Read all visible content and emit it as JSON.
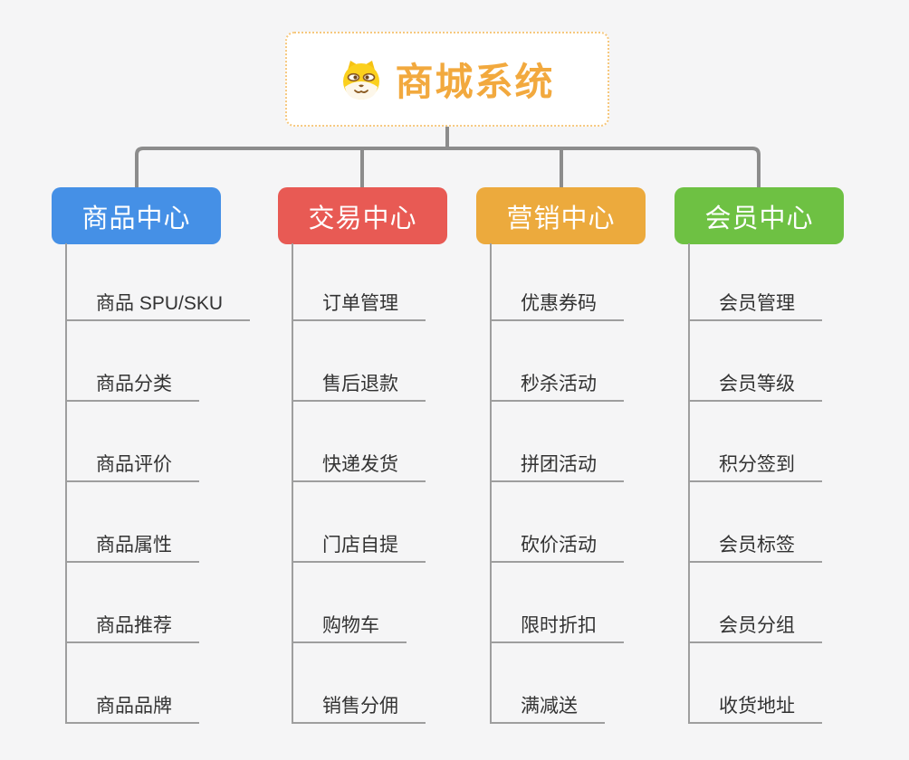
{
  "root": {
    "title": "商城系统",
    "icon": "dog-mascot-icon"
  },
  "branches": [
    {
      "label": "商品中心",
      "color": "#4590e6",
      "items": [
        "商品 SPU/SKU",
        "商品分类",
        "商品评价",
        "商品属性",
        "商品推荐",
        "商品品牌"
      ]
    },
    {
      "label": "交易中心",
      "color": "#e85a54",
      "items": [
        "订单管理",
        "售后退款",
        "快递发货",
        "门店自提",
        "购物车",
        "销售分佣"
      ]
    },
    {
      "label": "营销中心",
      "color": "#ecaa3d",
      "items": [
        "优惠券码",
        "秒杀活动",
        "拼团活动",
        "砍价活动",
        "限时折扣",
        "满减送"
      ]
    },
    {
      "label": "会员中心",
      "color": "#6ec143",
      "items": [
        "会员管理",
        "会员等级",
        "积分签到",
        "会员标签",
        "会员分组",
        "收货地址"
      ]
    }
  ],
  "colors": {
    "background": "#f5f5f6",
    "connector": "#8c8c8c",
    "leaf_line": "#9e9e9e",
    "leaf_text": "#333333",
    "root_text": "#f2a93e",
    "root_border": "#f6c87e",
    "node_text": "#ffffff"
  }
}
